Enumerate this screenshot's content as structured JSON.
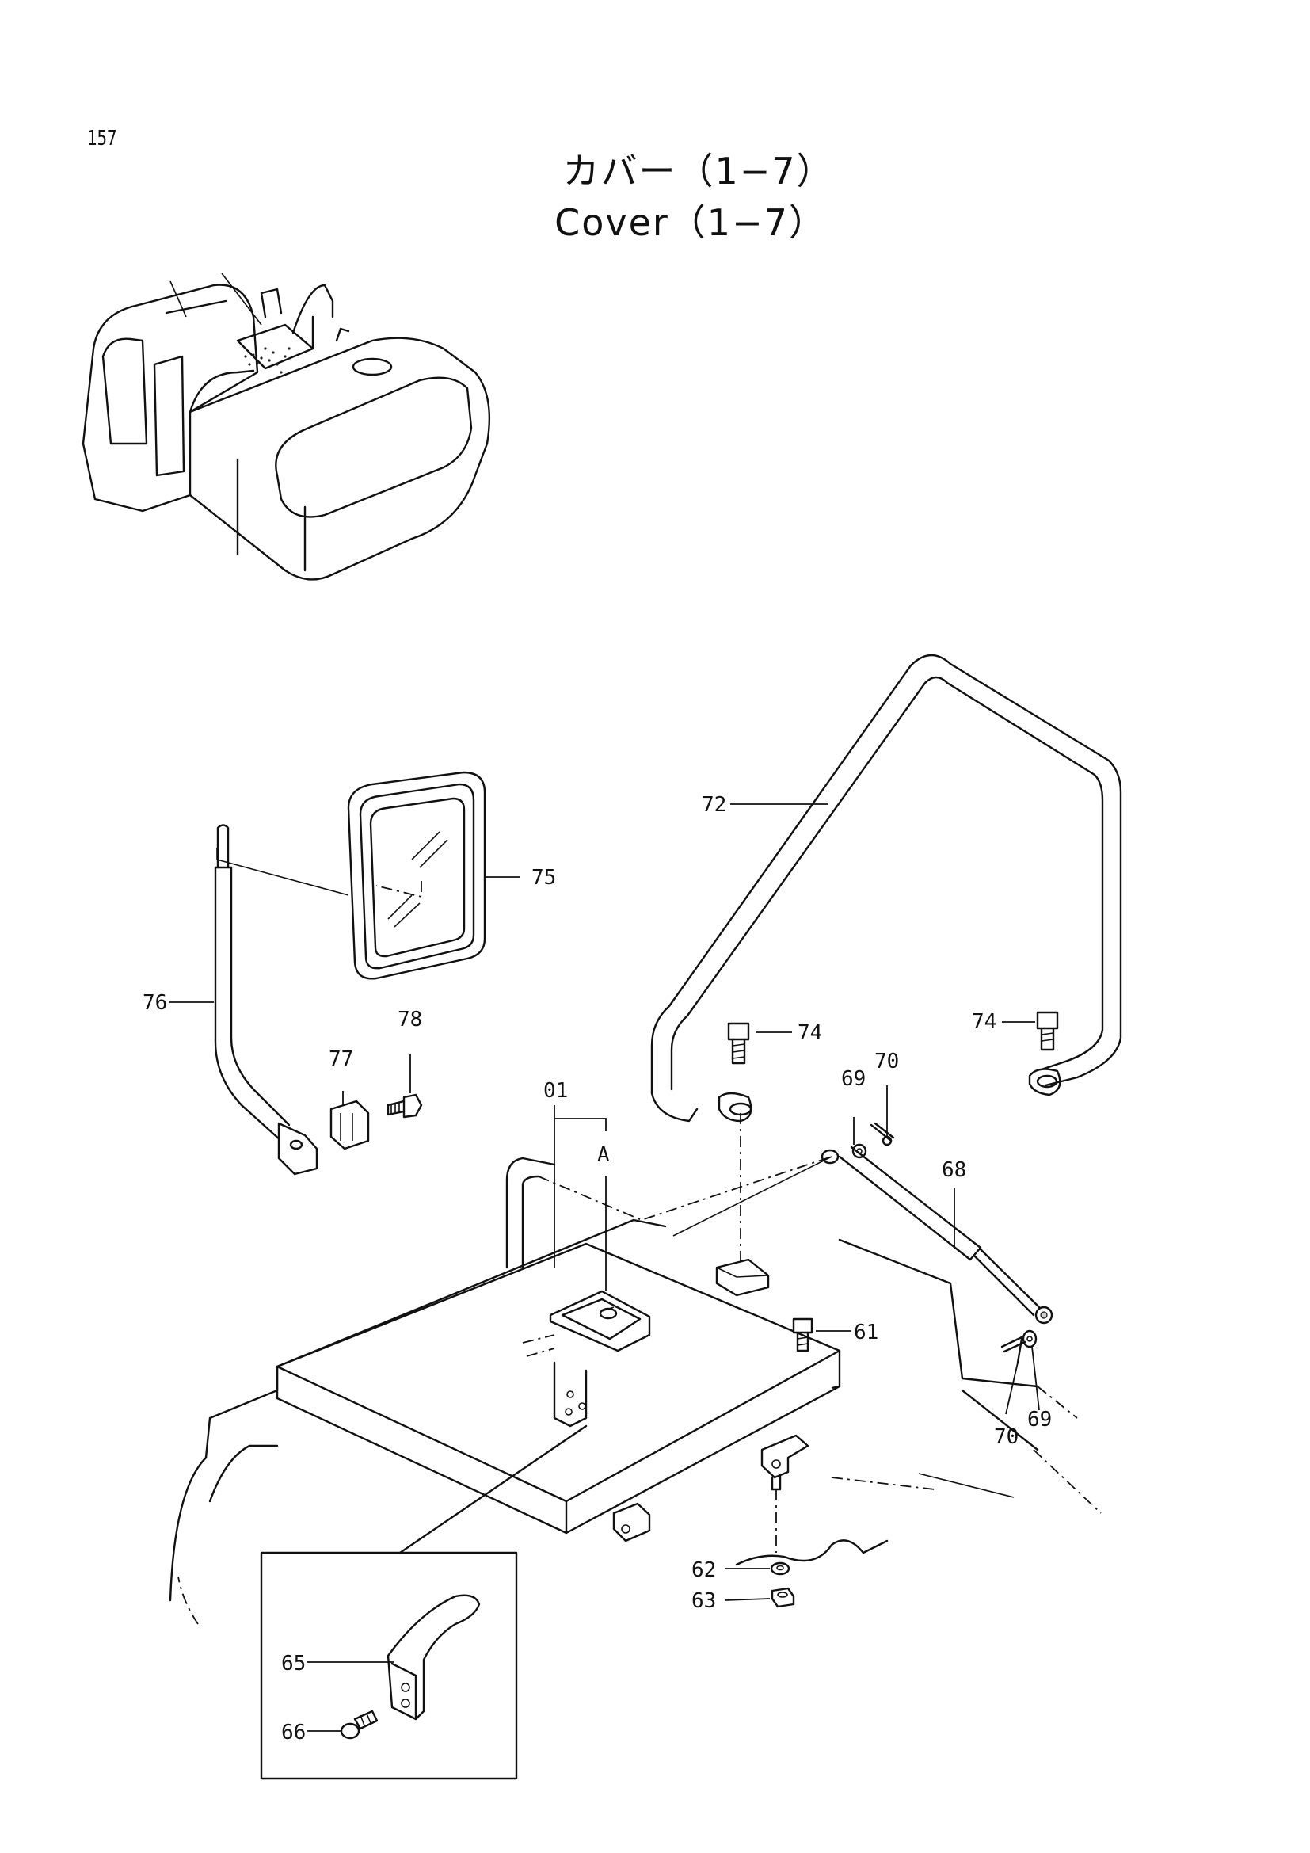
{
  "page_number": "157",
  "title_jp": "カバー（1−7）",
  "title_en": "Cover（1−7）",
  "callouts": {
    "c72": "72",
    "c75": "75",
    "c76": "76",
    "c78": "78",
    "c77": "77",
    "c74a": "74",
    "c74b": "74",
    "c01": "01",
    "cA": "A",
    "c69a": "69",
    "c70a": "70",
    "c68": "68",
    "c61": "61",
    "c70b": "70",
    "c69b": "69",
    "c62": "62",
    "c63": "63",
    "c65": "65",
    "c66": "66"
  }
}
